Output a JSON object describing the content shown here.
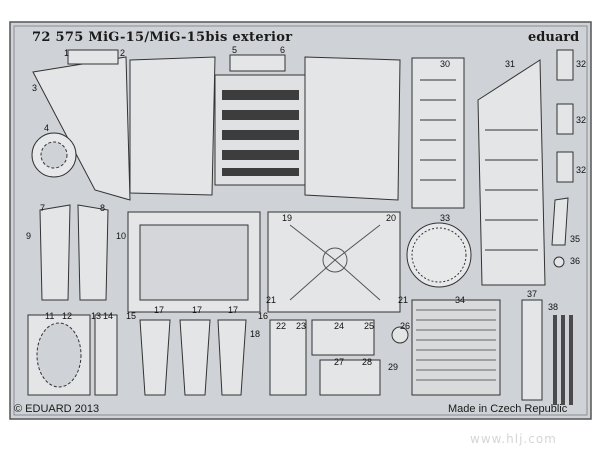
{
  "fret": {
    "title": "72 575  MiG-15/MiG-15bis exterior",
    "brand": "eduard",
    "copyright": "© EDUARD 2013",
    "origin": "Made in Czech Republic",
    "watermark": "www.hlj.com"
  },
  "part_numbers": [
    "1",
    "2",
    "3",
    "4",
    "5",
    "6",
    "7",
    "8",
    "9",
    "10",
    "11",
    "12",
    "13",
    "14",
    "15",
    "16",
    "17",
    "17",
    "17",
    "18",
    "19",
    "20",
    "21",
    "21",
    "22",
    "23",
    "24",
    "25",
    "26",
    "27",
    "28",
    "29",
    "30",
    "31",
    "32",
    "32",
    "32",
    "33",
    "34",
    "35",
    "36",
    "37",
    "38"
  ],
  "colors": {
    "plate": "#cfd2d6",
    "edge": "#3a3a3a",
    "part": "#e6e8ea",
    "stripe": "#4a4a4a"
  }
}
